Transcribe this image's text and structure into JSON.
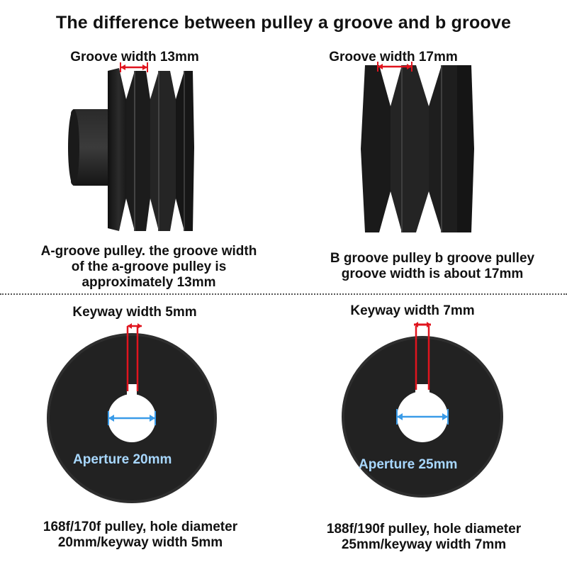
{
  "title": "The difference between pulley a groove and b groove",
  "top_left": {
    "label": "Groove width 13mm",
    "caption": [
      "A-groove pulley. the groove width",
      "of the a-groove pulley is",
      "approximately 13mm"
    ]
  },
  "top_right": {
    "label": "Groove width 17mm",
    "caption": [
      "B groove pulley b groove pulley",
      "groove width is about 17mm"
    ]
  },
  "bottom_left": {
    "label": "Keyway width 5mm",
    "aperture": "Aperture 20mm",
    "caption": [
      "168f/170f pulley, hole diameter",
      "20mm/keyway width 5mm"
    ]
  },
  "bottom_right": {
    "label": "Keyway width 7mm",
    "aperture": "Aperture 25mm",
    "caption": [
      "188f/190f pulley, hole diameter",
      "25mm/keyway width 7mm"
    ]
  },
  "colors": {
    "marker_red": "#e0141e",
    "marker_blue": "#3a9be8",
    "pulley": "#1e1e1e"
  }
}
